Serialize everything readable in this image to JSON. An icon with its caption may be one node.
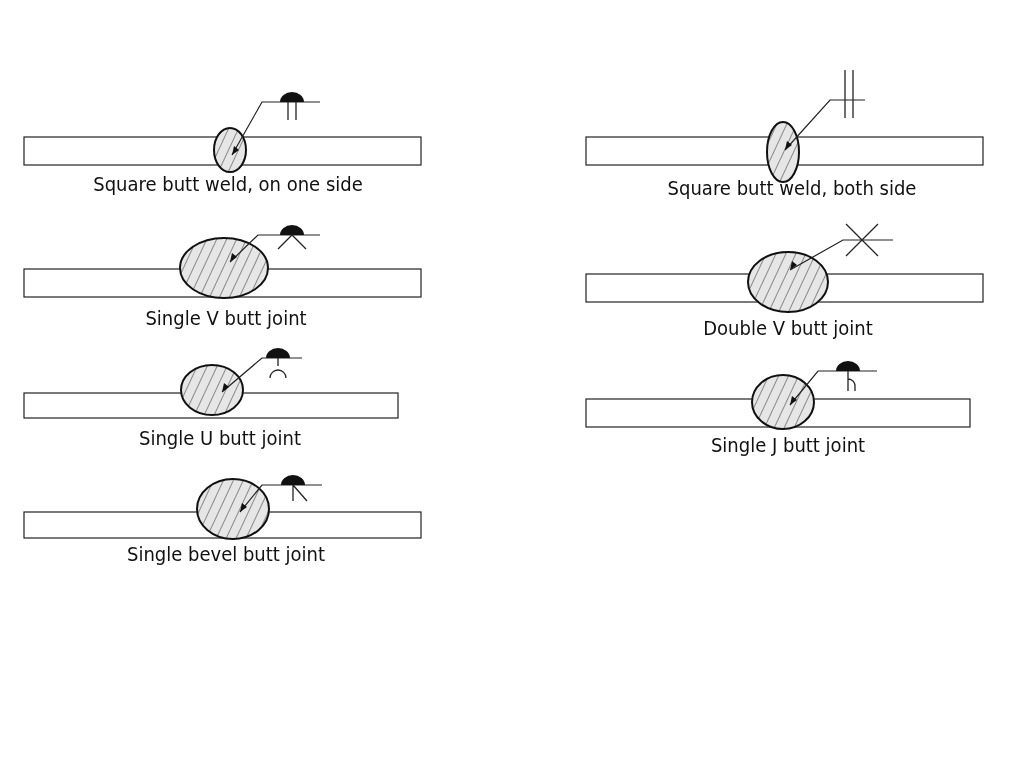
{
  "diagram": {
    "labels": [
      "Square butt weld, on one side",
      "Square butt weld, both side",
      "Single V butt joint",
      "Double V butt joint",
      "Single U butt joint",
      "Single J butt joint",
      "Single bevel butt joint"
    ]
  }
}
